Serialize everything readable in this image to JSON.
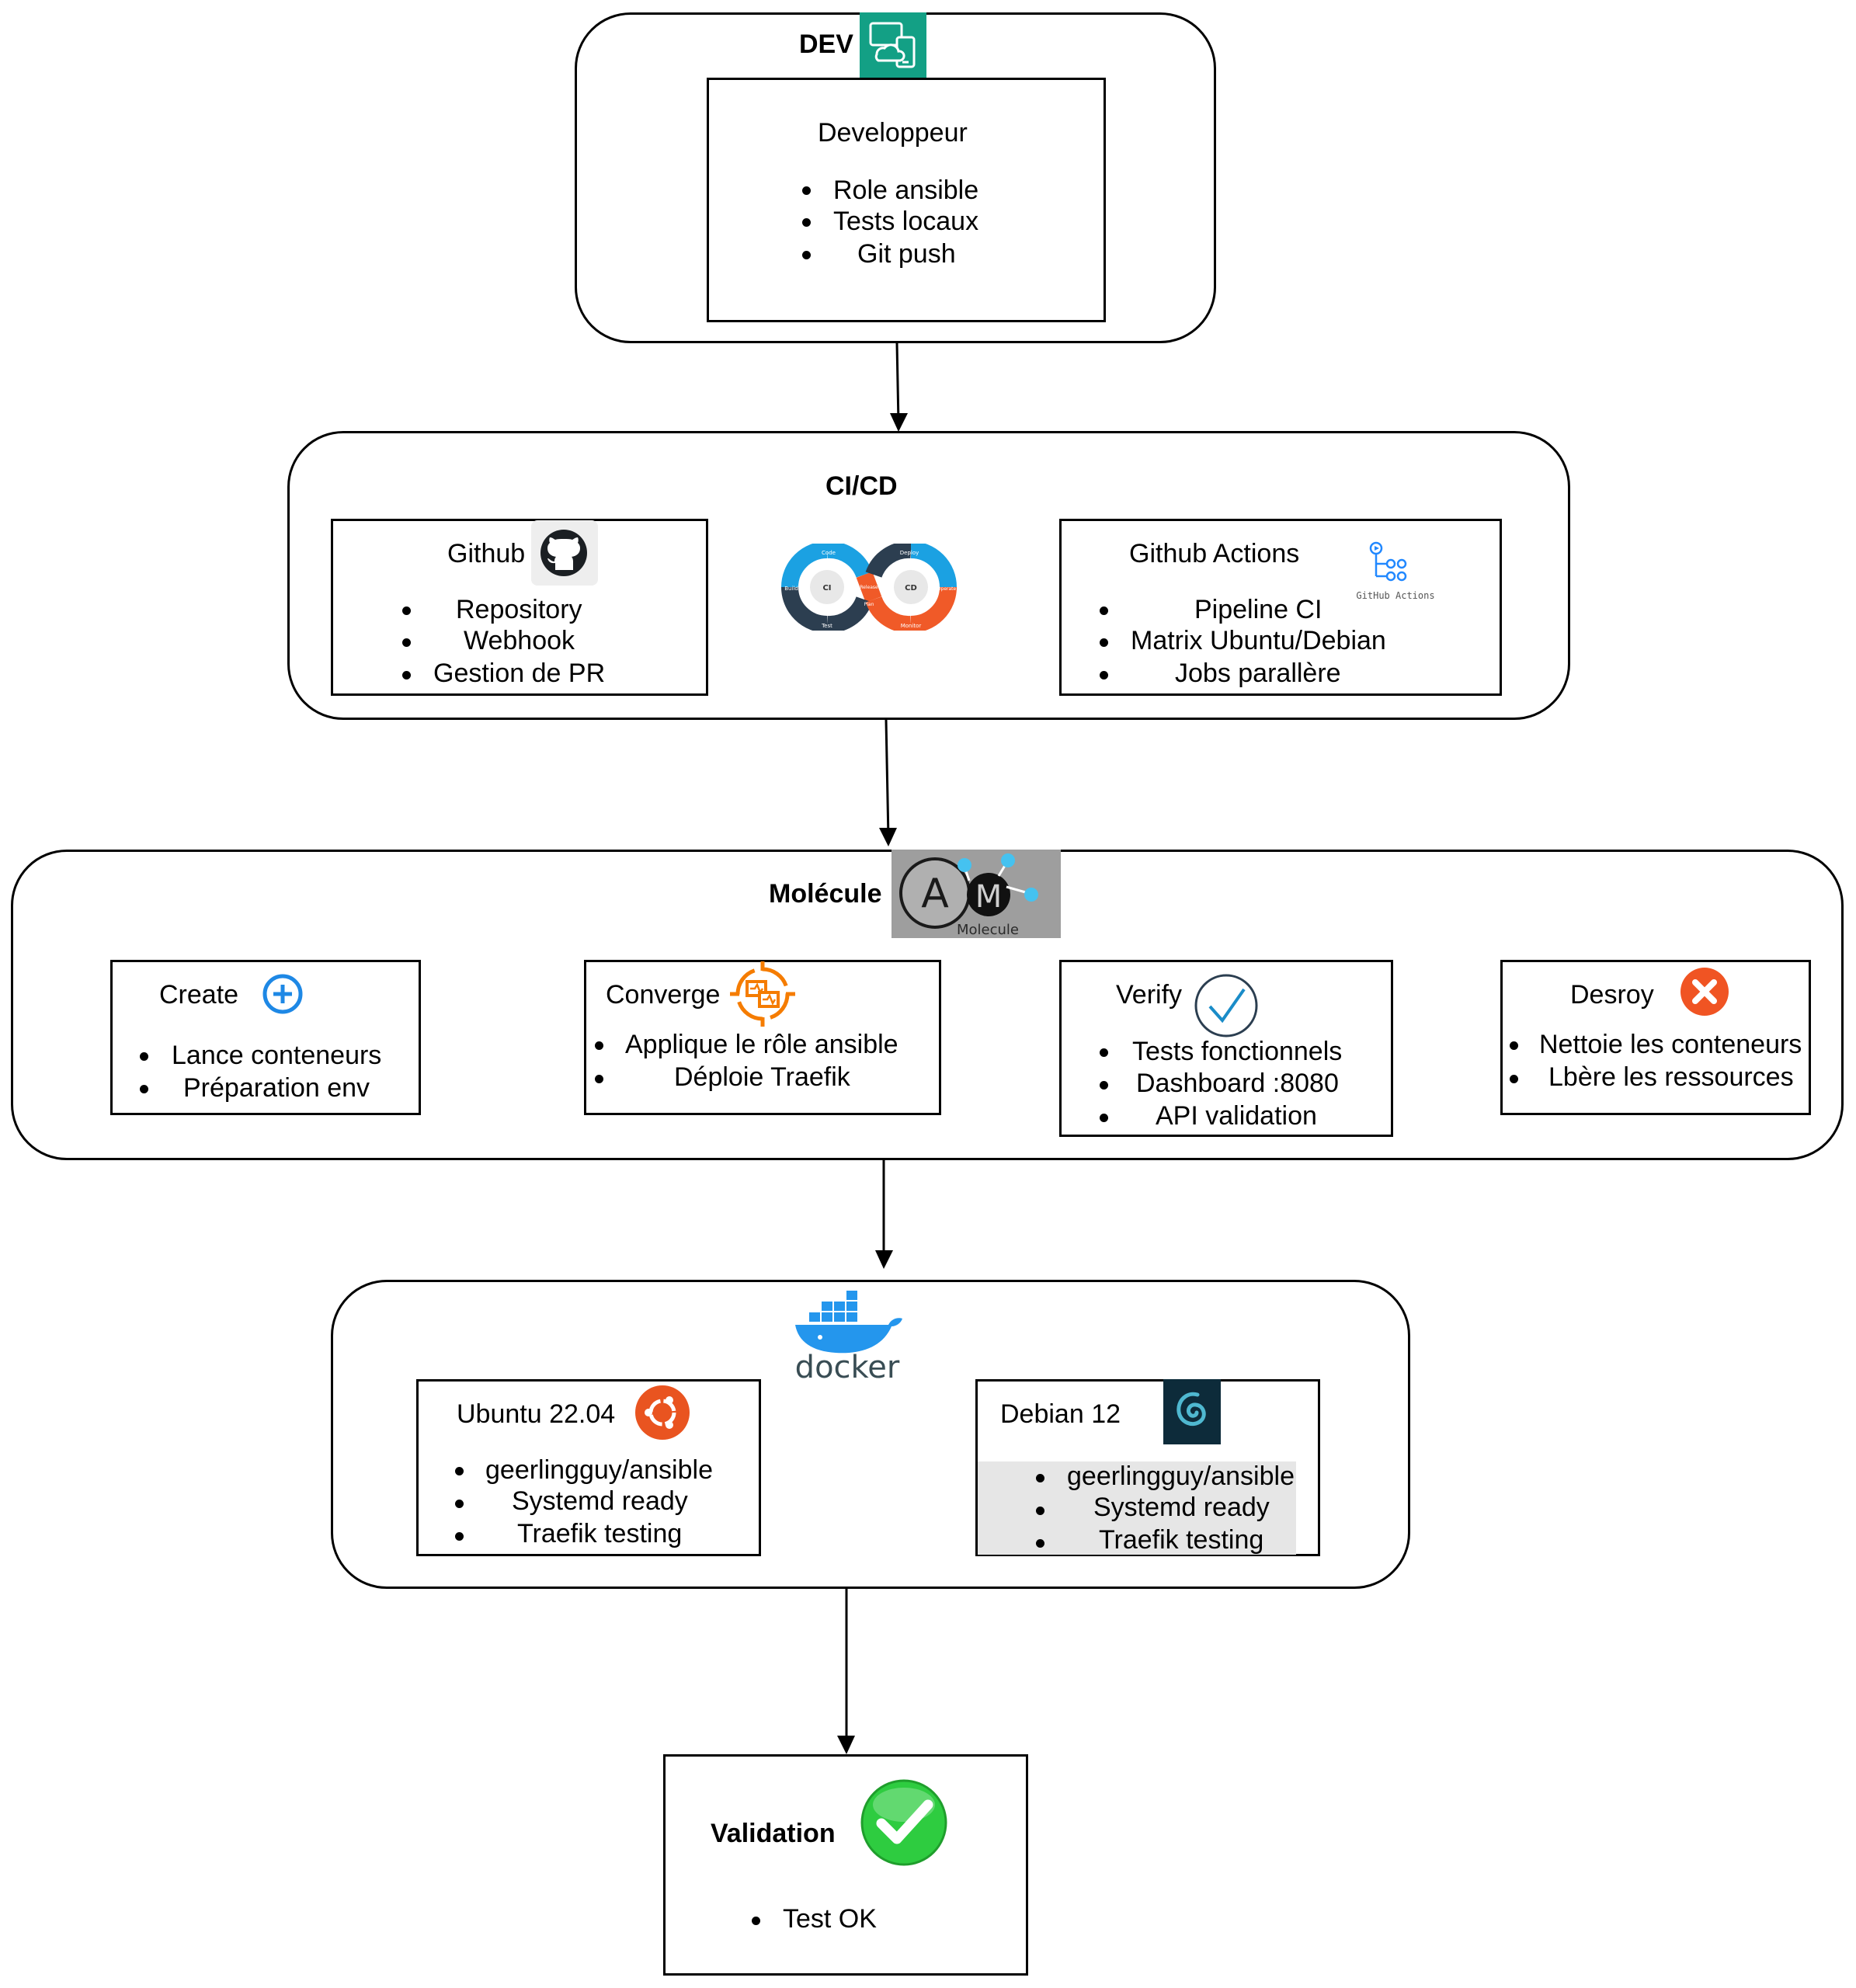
{
  "dev": {
    "title": "DEV",
    "box_title": "Developpeur",
    "items": [
      "Role ansible",
      "Tests locaux",
      "Git push"
    ],
    "icon": "cloud-devices-icon"
  },
  "cicd": {
    "title": "CI/CD",
    "github": {
      "title": "Github",
      "items": [
        "Repository",
        "Webhook",
        "Gestion de PR"
      ],
      "icon": "github-icon"
    },
    "loop_labels": {
      "ci": "CI",
      "cd": "CD",
      "code": "Code",
      "build": "Build",
      "test": "Test",
      "release": "Release",
      "deploy": "Deploy",
      "operate": "Operate",
      "monitor": "Monitor",
      "plan": "Plan"
    },
    "actions": {
      "title": "Github Actions",
      "logo_text": "GitHub Actions",
      "items": [
        "Pipeline CI",
        "Matrix Ubuntu/Debian",
        "Jobs parallère"
      ]
    }
  },
  "molecule": {
    "title": "Molécule",
    "logo_text": "Molecule",
    "ansible_letter": "A",
    "molecule_letter": "M",
    "steps": [
      {
        "title": "Create",
        "items": [
          "Lance conteneurs",
          "Préparation env"
        ],
        "icon": "plus-circle-icon"
      },
      {
        "title": "Converge",
        "items": [
          "Applique le rôle ansible",
          "Déploie Traefik"
        ],
        "icon": "converge-icon"
      },
      {
        "title": "Verify",
        "items": [
          "Tests fonctionnels",
          "Dashboard :8080",
          "API validation"
        ],
        "icon": "check-circle-icon"
      },
      {
        "title": "Desroy",
        "items": [
          "Nettoie les conteneurs",
          "Lbère les ressources"
        ],
        "icon": "x-circle-icon"
      }
    ]
  },
  "docker": {
    "logo_text": "docker",
    "ubuntu": {
      "title": "Ubuntu 22.04",
      "items": [
        "geerlingguy/ansible",
        "Systemd ready",
        "Traefik testing"
      ],
      "icon": "ubuntu-icon"
    },
    "debian": {
      "title": "Debian 12",
      "items": [
        "geerlingguy/ansible",
        "Systemd ready",
        "Traefik testing"
      ],
      "icon": "debian-icon"
    }
  },
  "validation": {
    "title": "Validation",
    "items": [
      "Test OK"
    ],
    "icon": "green-check-icon"
  },
  "colors": {
    "dev_teal": "#13a085",
    "loop_blue": "#1ba1e2",
    "loop_orange": "#f05a28",
    "loop_dark": "#2c3e50",
    "create_blue": "#1e88e5",
    "converge_orange": "#f57c00",
    "verify_blue": "#1a8cc8",
    "destroy_orange": "#f05423",
    "ubuntu_orange": "#e95420",
    "debian_dark": "#0d2b3a",
    "docker_blue": "#2496ed",
    "validation_green": "#2ecc40"
  }
}
